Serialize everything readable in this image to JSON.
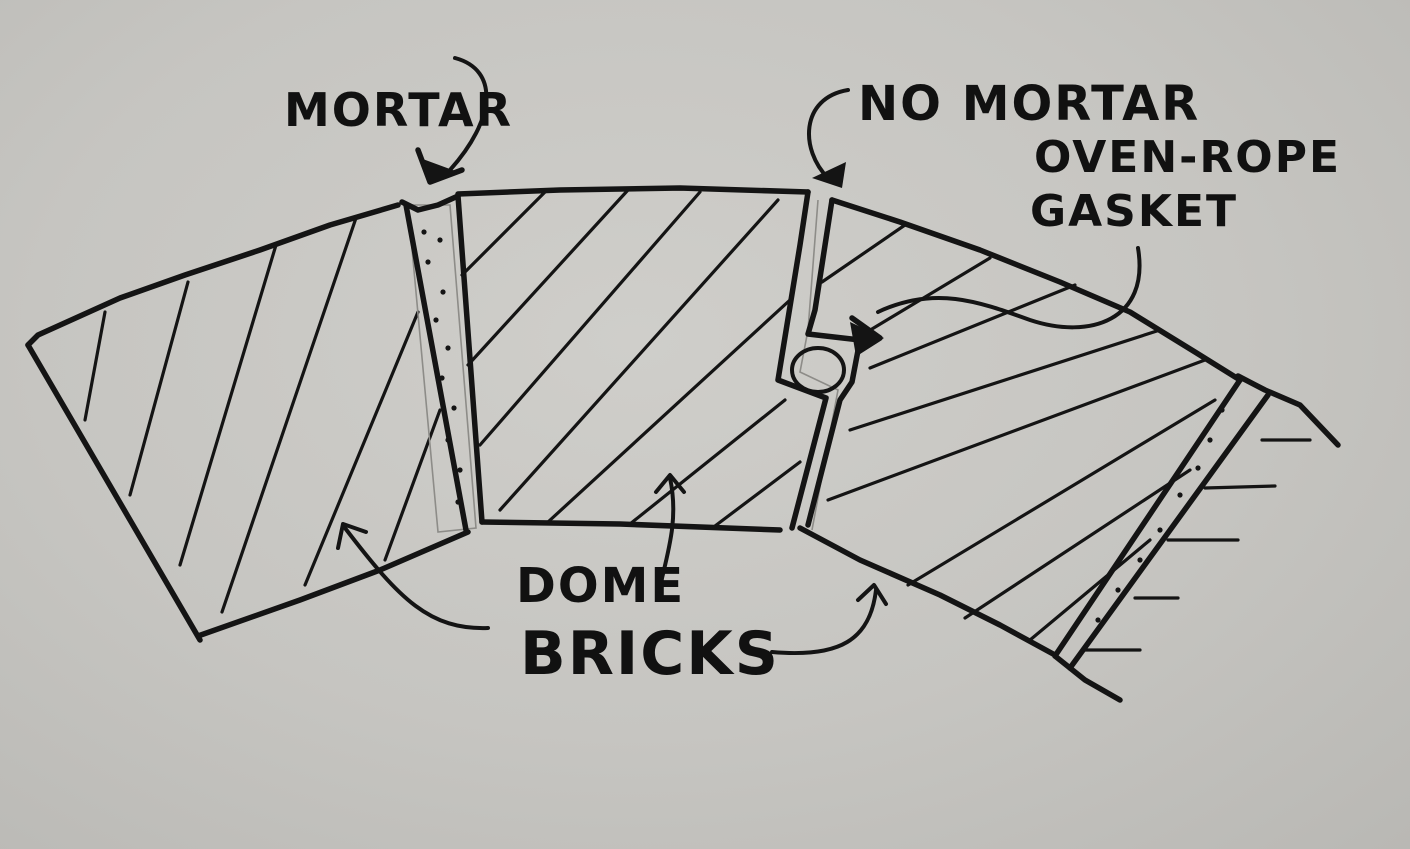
{
  "labels": {
    "mortar": "MORTAR",
    "no_mortar": "NO MORTAR",
    "gasket_line1": "OVEN-ROPE",
    "gasket_line2": "GASKET",
    "dome_line1": "DOME",
    "dome_line2": "BRICKS"
  },
  "colors": {
    "paper": "#c4c3bf",
    "ink": "#141414"
  }
}
